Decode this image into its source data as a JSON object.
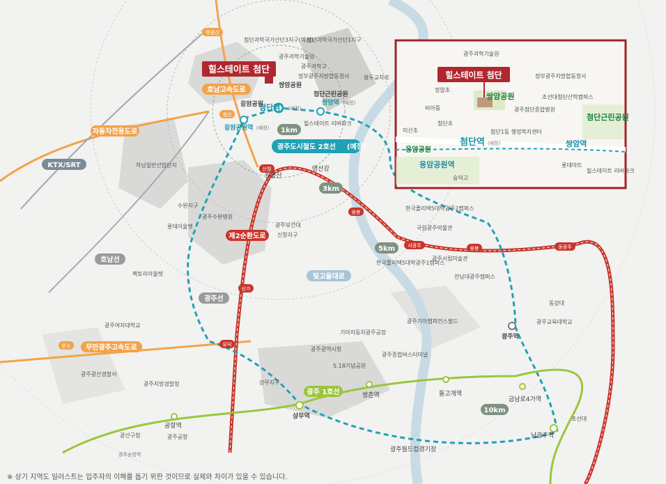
{
  "title": "힐스테이트 첨단",
  "inset_title": "힐스테이트 첨단",
  "disclaimer": "※ 상기 지역도 일러스트는 입주자의 이해를 돕기 위한 것이므로 실제와 차이가 있을 수 있습니다.",
  "colors": {
    "rail_red": "#c9352a",
    "metro2": "#1fa2b5",
    "metro1": "#9bc53d",
    "highway": "#f2a34a",
    "brand": "#b0272f"
  },
  "roads": {
    "honam_expressway": "호남고속도로",
    "expressway": "자동차전용도로",
    "ktx": "KTX/SRT",
    "honam_line": "호남선",
    "ring2": "제2순환도로",
    "muan": "무안광주고속도로",
    "bitgoeul": "빛고을대로",
    "gwangju_line": "광주선"
  },
  "interchanges": [
    "북광산",
    "광산",
    "산월",
    "용봉",
    "동광주",
    "서광주",
    "용봉",
    "신가",
    "유덕",
    "운수"
  ],
  "distances": [
    "1km",
    "3km",
    "5km",
    "10km"
  ],
  "metro2_label": "광주도시철도 2호선",
  "metro2_suffix": "(예정)",
  "metro1_label": "광주 1호선",
  "stations": {
    "cheomdan": "첨단역",
    "cheomdan_sfx": "(예정)",
    "eungam_park": "응암공원역",
    "eungam_sfx": "(예정)",
    "ssangam": "쌍암역",
    "ssangam_sfx": "(예정)",
    "eungam_park_name": "응암공원",
    "ssangam_park": "쌍암공원",
    "cheomdan_park": "첨단근린공원",
    "sangmu": "상무역",
    "ssangchon": "쌍촌역",
    "dolgogae": "돌고개역",
    "geumnam": "금남로4가역",
    "namgwangju": "남광주역",
    "gwangju_station": "광주역",
    "gongang": "공항역",
    "songjeong": "광주송정역"
  },
  "places": [
    "첨단과학국가산단3지구(예정)",
    "첨단과학국가산단1지구",
    "광주과학기술원",
    "광주과학고",
    "정부광주지방합동청사",
    "용두교차로",
    "힐스테이트 리버파크",
    "하남일반산업단지",
    "월봉산",
    "영산강",
    "수완지구",
    "광주수완병원",
    "롯데아울렛",
    "광주보건대",
    "신창지구",
    "한국폴리텍5대학광주2캠퍼스",
    "국립광주박물관",
    "한국폴리텍5대학광주1캠퍼스",
    "광주시립미술관",
    "전남대광주캠퍼스",
    "팩토리아울렛",
    "광주여자대학교",
    "기아자동차광주공장",
    "광주기아챔피언스필드",
    "동강대",
    "광주교육대학교",
    "광주광역시청",
    "광주종합버스터미널",
    "5.18기념공원",
    "광주광산경찰서",
    "광주지방경찰청",
    "상무지구",
    "광산구청",
    "광주공항",
    "조선대",
    "광주월드컵경기장"
  ],
  "inset": {
    "places": [
      "광주과학기술원",
      "정암초",
      "비아중",
      "미산초",
      "첨단초",
      "쌍암공원",
      "광주첨단종합병원",
      "정부광주지방합동청사",
      "조선대첨단산학캠퍼스",
      "첨단1동 행정복지센터",
      "첨단근린공원",
      "롯데마트",
      "힐스테이트 리버파크",
      "승덕고",
      "응암공원",
      "응암공원역",
      "첨단역",
      "쌍암역"
    ],
    "suffix": "(예정)"
  }
}
